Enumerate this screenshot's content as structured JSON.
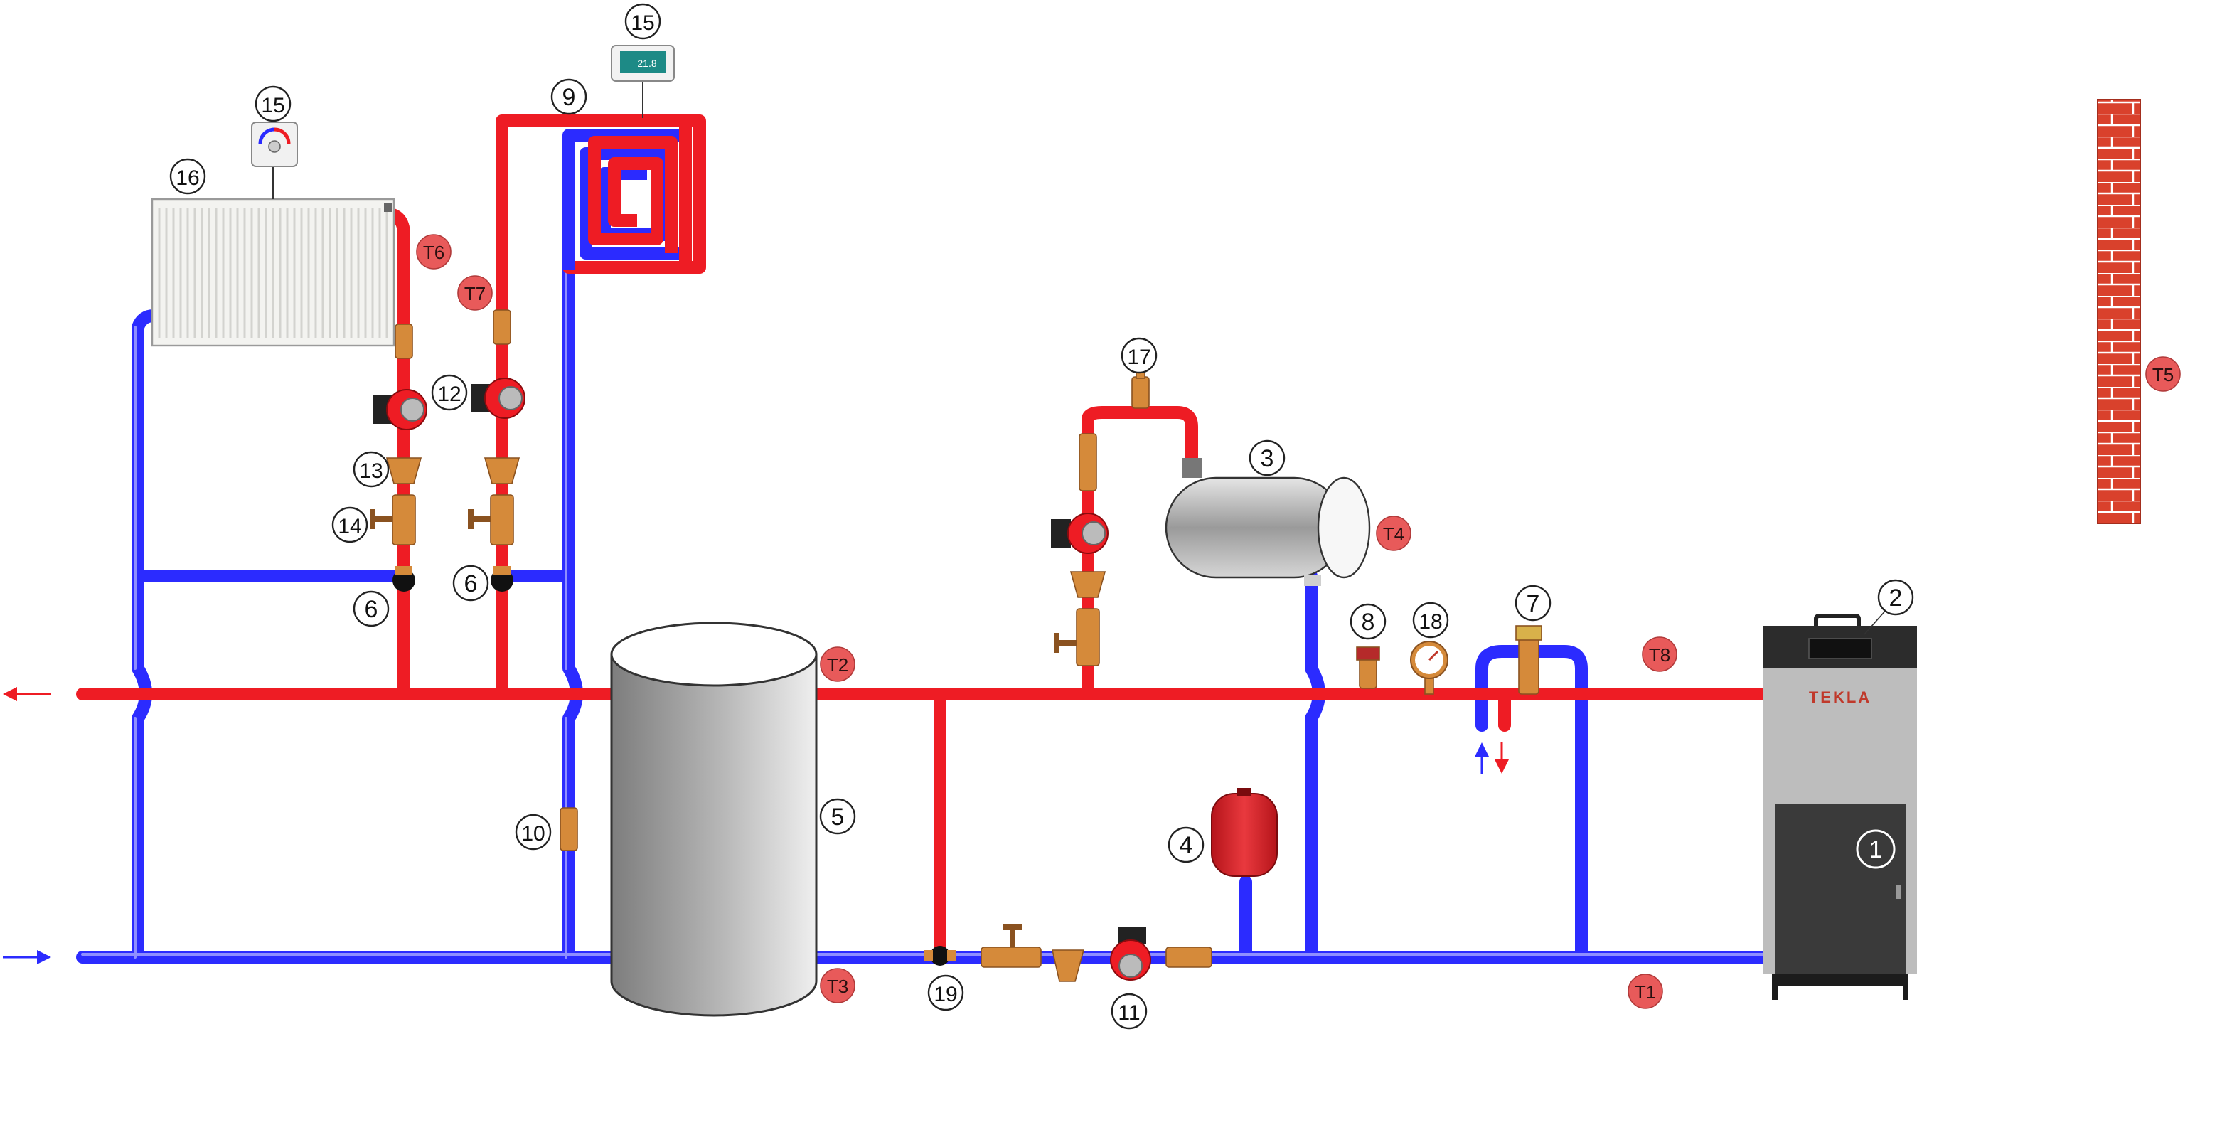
{
  "brand": "TEKLA",
  "thermostat_display": "21.8",
  "numbers": {
    "n1": "1",
    "n2": "2",
    "n3": "3",
    "n4": "4",
    "n5": "5",
    "n6a": "6",
    "n6b": "6",
    "n7": "7",
    "n8": "8",
    "n9": "9",
    "n10": "10",
    "n11": "11",
    "n12": "12",
    "n13": "13",
    "n14": "14",
    "n15a": "15",
    "n15b": "15",
    "n16": "16",
    "n17": "17",
    "n18": "18",
    "n19": "19"
  },
  "sensors": {
    "t1": "T1",
    "t2": "T2",
    "t3": "T3",
    "t4": "T4",
    "t5": "T5",
    "t6": "T6",
    "t7": "T7",
    "t8": "T8"
  },
  "colors": {
    "hot": "#ee1c24",
    "cold": "#2b2bff",
    "brass": "#d58a3a",
    "sensor": "#e85a5a",
    "brick": "#d9412c",
    "boiler_top": "#2c2c2c",
    "boiler_body": "#3a3a3a",
    "boiler_panel": "#bdbdbd"
  }
}
